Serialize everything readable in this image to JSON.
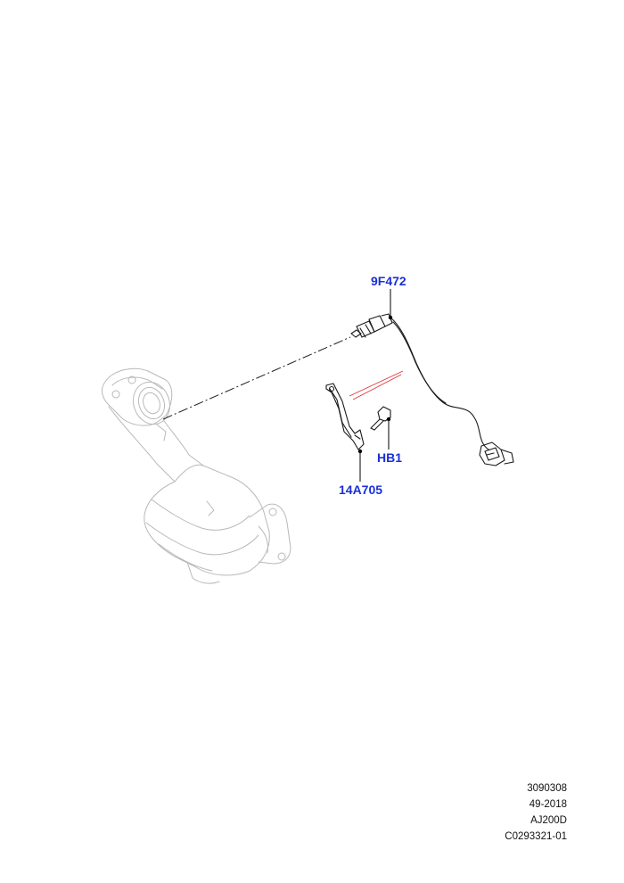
{
  "callouts": {
    "sensor": "9F472",
    "bracket": "14A705",
    "bolt": "HB1"
  },
  "reference": {
    "lines": [
      "3090308",
      "49-2018",
      "AJ200D",
      "C0293321-01"
    ]
  },
  "colors": {
    "callout_text": "#1a2fd6",
    "ghost_lines": "#b9b9b9",
    "part_lines": "#1a1a1a",
    "highlight_lines": "#e03030"
  }
}
